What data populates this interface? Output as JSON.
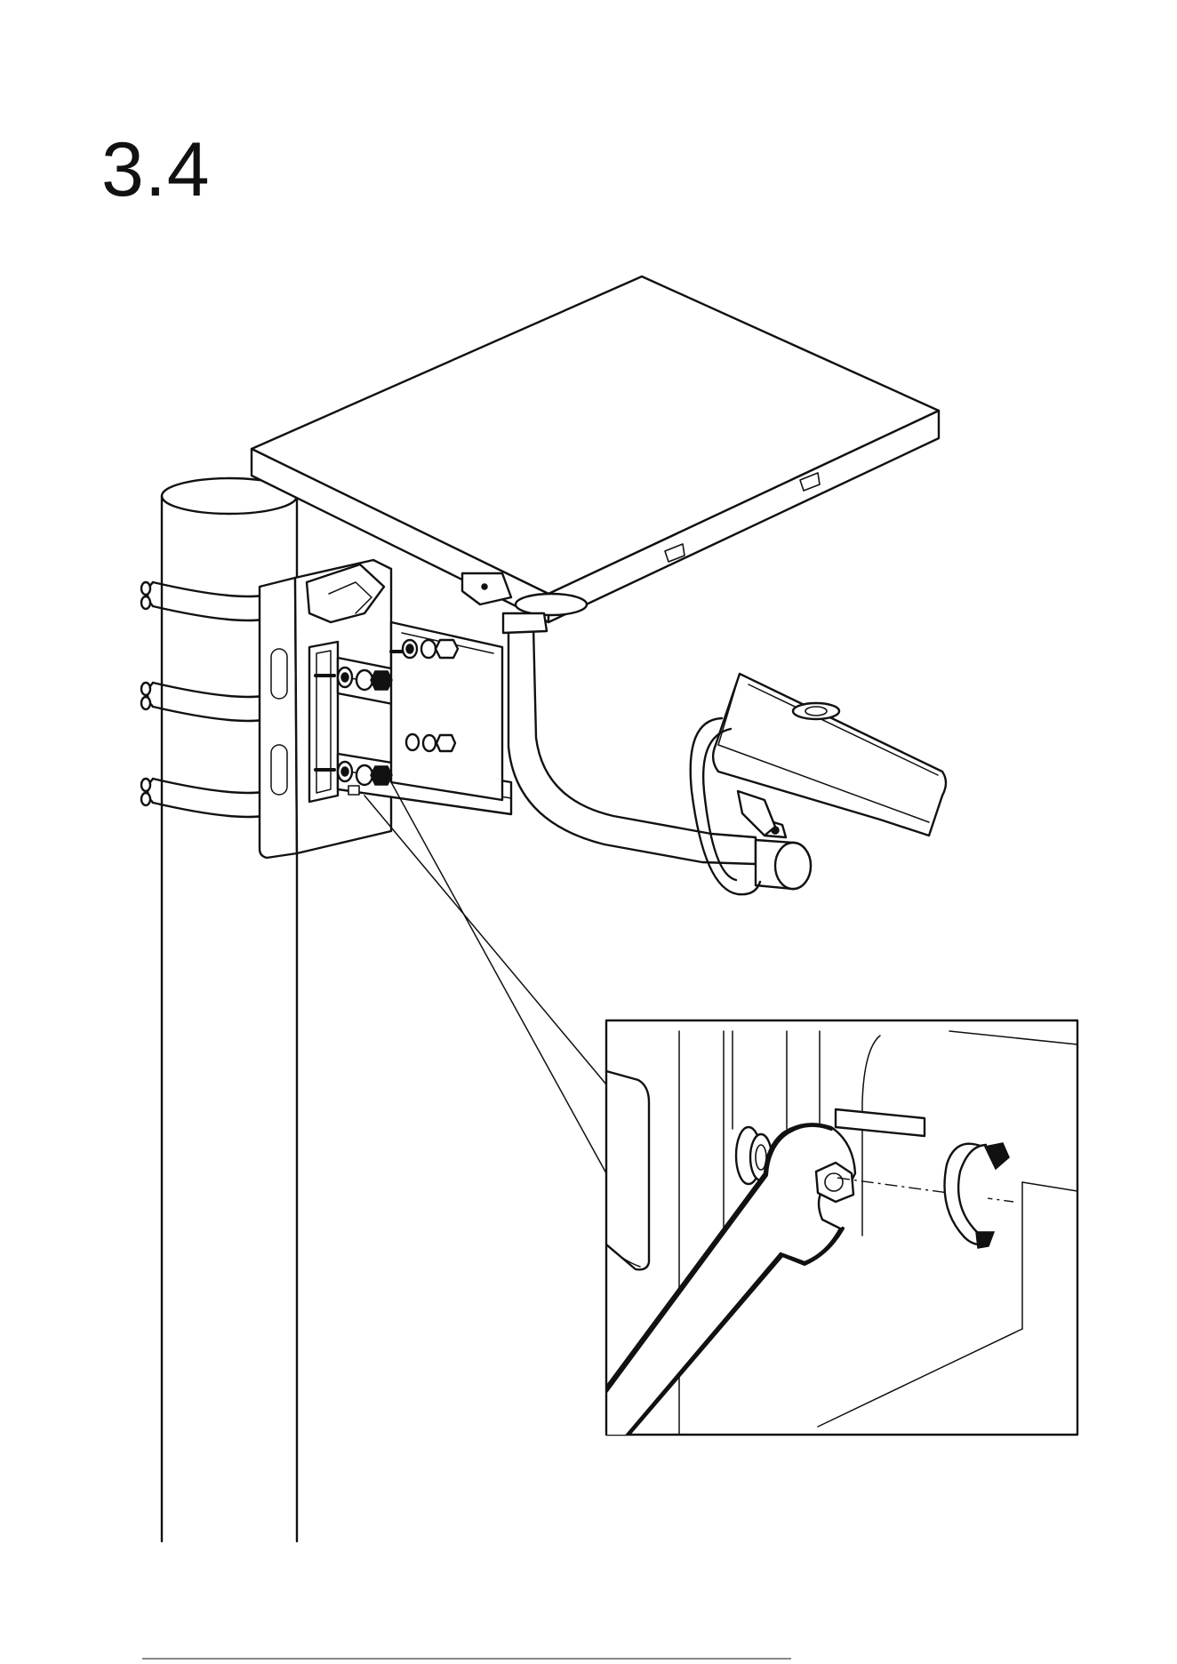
{
  "step": {
    "number": "3.4"
  },
  "illustration": {
    "subject": "pole-mounted-camera-with-sunshield",
    "detail_view": "wrench-tightening-nut",
    "rotation_indicator": "clockwise-arrow-icon"
  },
  "colors": {
    "ink": "#111111",
    "paper": "#ffffff"
  }
}
